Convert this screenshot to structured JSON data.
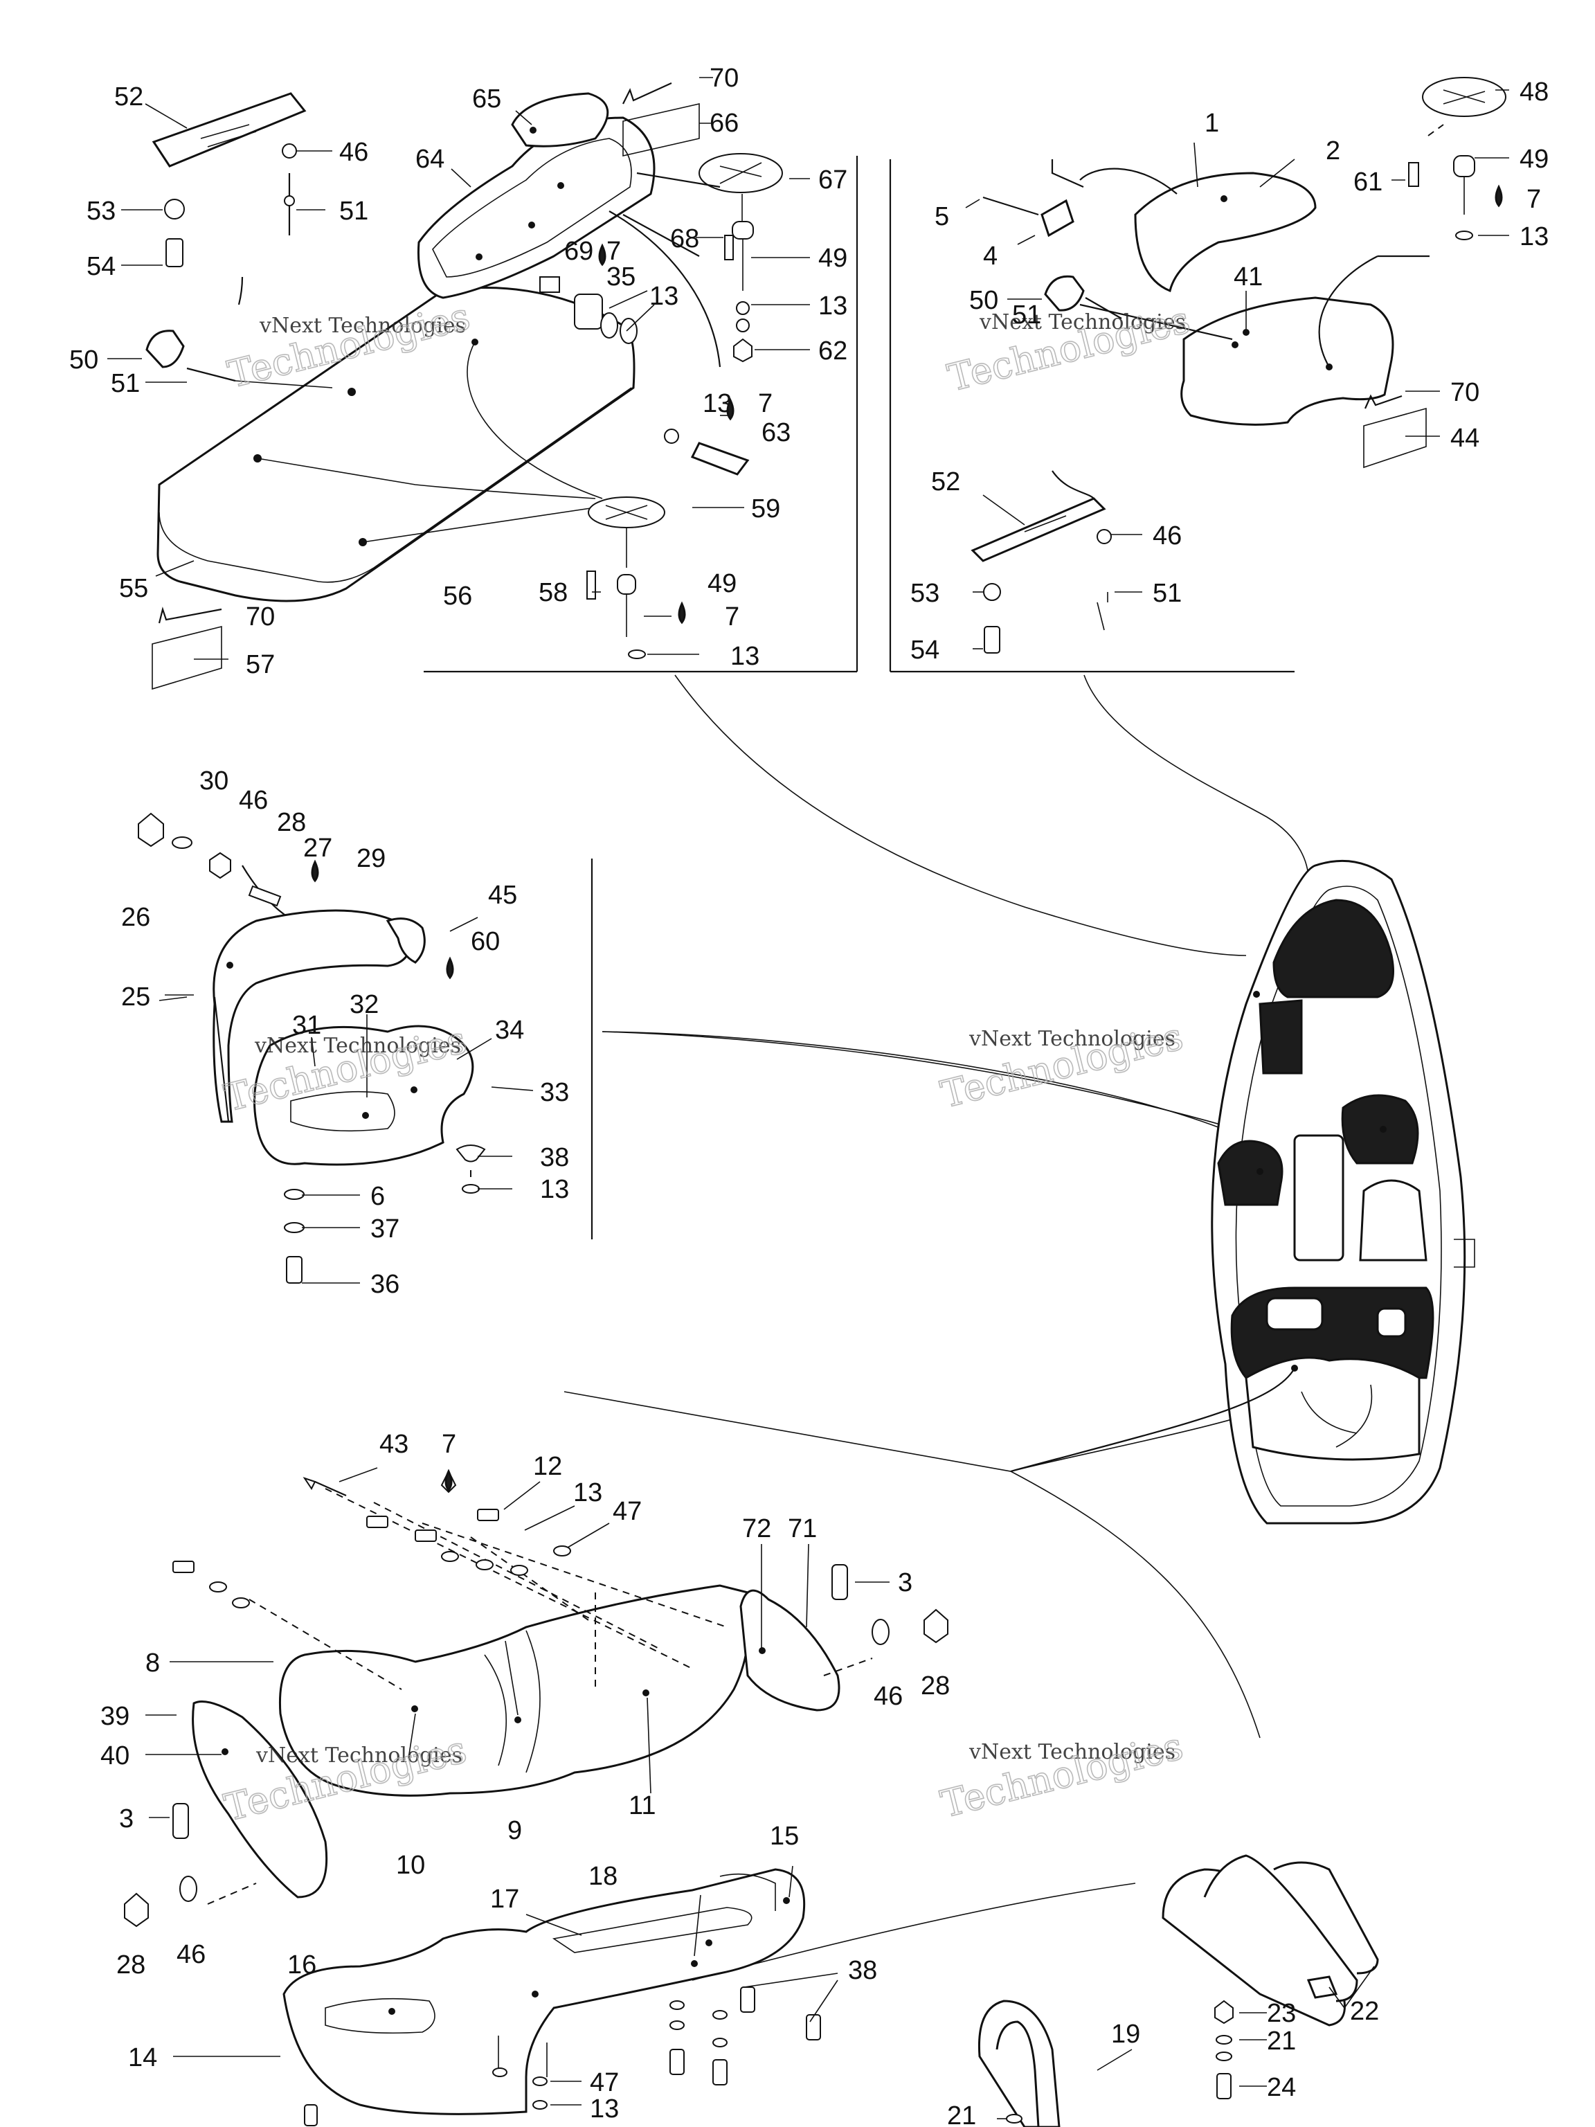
{
  "diagram": {
    "watermark": {
      "line1": "vNext Technologies",
      "line2": "Technologies"
    },
    "labels": {
      "l52a": "52",
      "l65": "65",
      "l70a": "70",
      "l66": "66",
      "l46a": "46",
      "l64": "64",
      "l67": "67",
      "l53a": "53",
      "l51a": "51",
      "l69": "69",
      "l7a": "7",
      "l68": "68",
      "l49a": "49",
      "l54a": "54",
      "l35": "35",
      "l13a": "13",
      "l13b": "13",
      "l50a": "50",
      "l62": "62",
      "l51b": "51",
      "l13c": "13",
      "l7b": "7",
      "l63": "63",
      "l59": "59",
      "l55": "55",
      "l56": "56",
      "l58": "58",
      "l49b": "49",
      "l7c": "7",
      "l70b": "70",
      "l13d": "13",
      "l57": "57",
      "l1": "1",
      "l2": "2",
      "l48": "48",
      "l49c": "49",
      "l61": "61",
      "l7d": "7",
      "l5": "5",
      "l13e": "13",
      "l4": "4",
      "l41": "41",
      "l50b": "50",
      "l51c": "51",
      "l70c": "70",
      "l44": "44",
      "l52b": "52",
      "l46b": "46",
      "l53b": "53",
      "l51d": "51",
      "l54b": "54",
      "l30": "30",
      "l46c": "46",
      "l28a": "28",
      "l27": "27",
      "l29": "29",
      "l45": "45",
      "l26": "26",
      "l60": "60",
      "l25": "25",
      "l31": "31",
      "l32": "32",
      "l34": "34",
      "l33": "33",
      "l38a": "38",
      "l6": "6",
      "l13f": "13",
      "l37": "37",
      "l36": "36",
      "l43": "43",
      "l7e": "7",
      "l12": "12",
      "l13g": "13",
      "l47a": "47",
      "l72": "72",
      "l71": "71",
      "l3a": "3",
      "l8": "8",
      "l46d": "46",
      "l28b": "28",
      "l39": "39",
      "l40": "40",
      "l11": "11",
      "l3b": "3",
      "l10": "10",
      "l9": "9",
      "l28c": "28",
      "l46e": "46",
      "l15": "15",
      "l18": "18",
      "l17": "17",
      "l16": "16",
      "l38b": "38",
      "l22": "22",
      "l23": "23",
      "l19": "19",
      "l21a": "21",
      "l14": "14",
      "l47b": "47",
      "l24": "24",
      "l13h": "13",
      "l21b": "21"
    }
  }
}
